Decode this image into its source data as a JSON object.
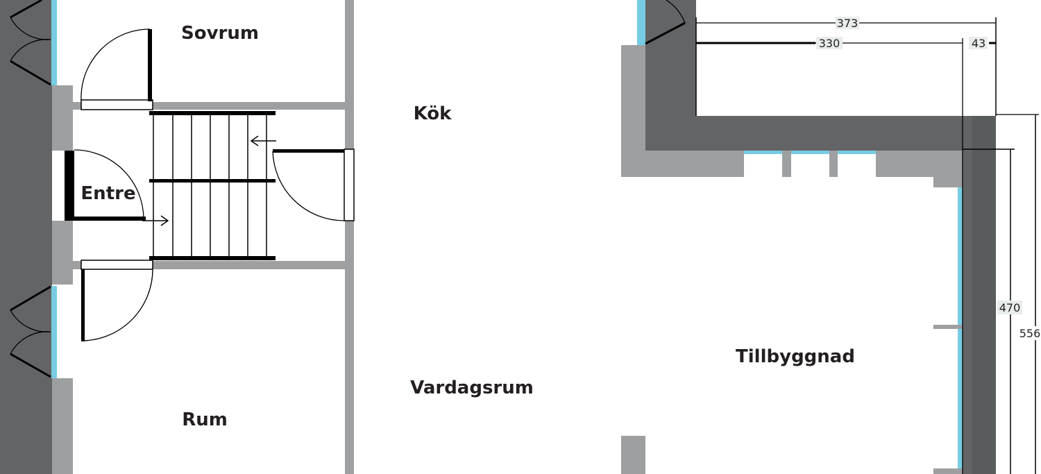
{
  "rooms": {
    "sovrum": "Sovrum",
    "kok": "Kök",
    "entre": "Entre",
    "vardagsrum": "Vardagsrum",
    "rum": "Rum",
    "tillbyggnad": "Tillbyggnad"
  },
  "dimensions": {
    "total_width": "373",
    "inner_width": "330",
    "wall_width": "43",
    "inner_depth": "470",
    "total_depth": "556"
  },
  "colors": {
    "outer_wall": "#636466",
    "outer_wall_dark": "#585c5d",
    "inner_wall": "#9d9fa0",
    "window": "#76cde3",
    "line": "#000000"
  }
}
